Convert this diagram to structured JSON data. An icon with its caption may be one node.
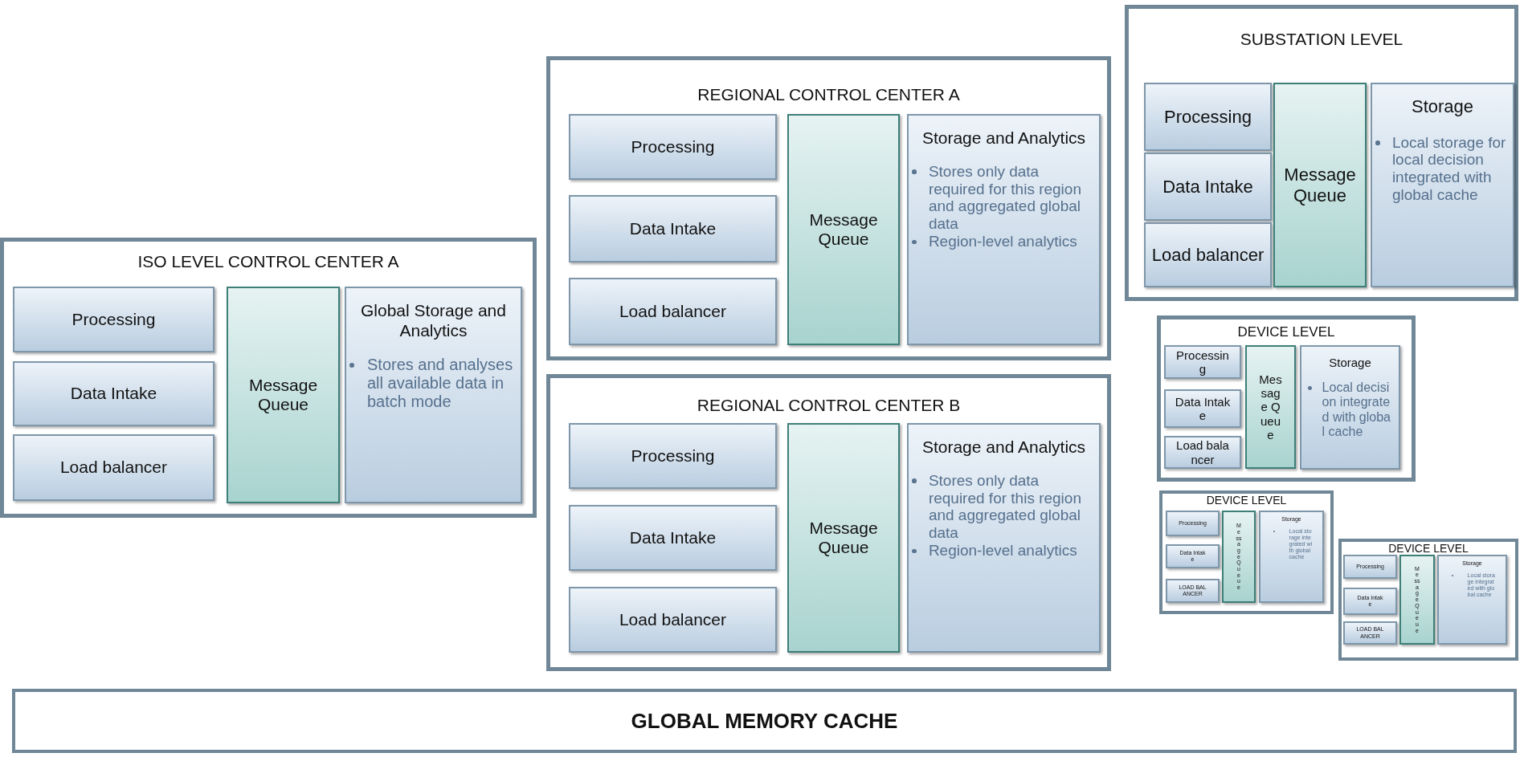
{
  "diagram": {
    "nodes": [
      {
        "text": [
          "SUBSTATION LEVEL"
        ]
      },
      {
        "text": [
          "Processing"
        ],
        "in": 0
      },
      {
        "text": [
          "Data Intake"
        ],
        "in": 0
      },
      {
        "text": [
          "Load balancer"
        ],
        "in": 0
      },
      {
        "text": [
          "Message Queue"
        ],
        "in": 0
      },
      {
        "text": [
          "Storage",
          "Local storage for local decision integrated with global cache"
        ],
        "in": 0
      },
      {
        "text": [
          "REGIONAL CONTROL CENTER A"
        ]
      },
      {
        "text": [
          "Processing"
        ],
        "in": 6
      },
      {
        "text": [
          "Data Intake"
        ],
        "in": 6
      },
      {
        "text": [
          "Load balancer"
        ],
        "in": 6
      },
      {
        "text": [
          "Message Queue"
        ],
        "in": 6
      },
      {
        "text": [
          "Storage and Analytics",
          "Stores only data required for this region and aggregated global data",
          "Region-level analytics"
        ],
        "in": 6
      },
      {
        "text": [
          "ISO LEVEL CONTROL CENTER A"
        ]
      },
      {
        "text": [
          "Processing"
        ],
        "in": 12
      },
      {
        "text": [
          "Data Intake"
        ],
        "in": 12
      },
      {
        "text": [
          "Load balancer"
        ],
        "in": 12
      },
      {
        "text": [
          "Message Queue"
        ],
        "in": 12
      },
      {
        "text": [
          "Global Storage and Analytics",
          "Stores and analyses all available data in batch mode"
        ],
        "in": 12
      },
      {
        "text": [
          "DEVICE LEVEL"
        ]
      },
      {
        "text": [
          "Processing"
        ],
        "in": 18
      },
      {
        "text": [
          "Data Intake"
        ],
        "in": 18
      },
      {
        "text": [
          "Load balancer"
        ],
        "in": 18
      },
      {
        "text": [
          "Message Queue"
        ],
        "in": 18
      },
      {
        "text": [
          "Storage",
          "Local decision integrated with global cache"
        ],
        "in": 18
      },
      {
        "text": [
          "REGIONAL CONTROL CENTER B"
        ]
      },
      {
        "text": [
          "Processing"
        ],
        "in": 24
      },
      {
        "text": [
          "Data Intake"
        ],
        "in": 24
      },
      {
        "text": [
          "Load balancer"
        ],
        "in": 24
      },
      {
        "text": [
          "Message Queue"
        ],
        "in": 24
      },
      {
        "text": [
          "Storage and Analytics",
          "Stores only data required for this region and aggregated global data",
          "Region-level analytics"
        ],
        "in": 24
      },
      {
        "text": [
          "DEVICE LEVEL"
        ]
      },
      {
        "text": [
          "Processing"
        ],
        "in": 30
      },
      {
        "text": [
          "Data Intake"
        ],
        "in": 30
      },
      {
        "text": [
          "LOAD BALANCER"
        ],
        "in": 30
      },
      {
        "text": [
          "Message Queue"
        ],
        "in": 30
      },
      {
        "text": [
          "Storage",
          "Local storage integrated with global cache"
        ],
        "in": 30
      },
      {
        "text": [
          "DEVICE LEVEL"
        ]
      },
      {
        "text": [
          "Processing"
        ],
        "in": 36
      },
      {
        "text": [
          "Data Intake"
        ],
        "in": 36
      },
      {
        "text": [
          "LOAD BALANCER"
        ],
        "in": 36
      },
      {
        "text": [
          "Message Queue"
        ],
        "in": 36
      },
      {
        "text": [
          "Storage",
          "Local storage integrated with global cache"
        ],
        "in": 36
      },
      {
        "text": [
          "GLOBAL MEMORY CACHE"
        ]
      }
    ]
  }
}
